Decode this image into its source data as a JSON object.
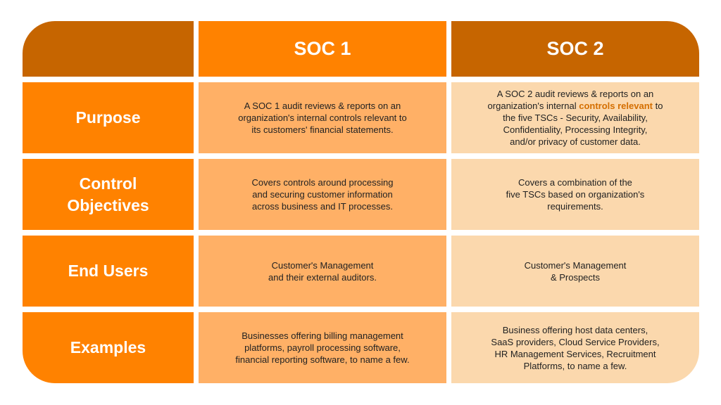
{
  "table": {
    "columns": [
      "",
      "SOC 1",
      "SOC 2"
    ],
    "rows": [
      {
        "label": "Purpose",
        "soc1": "A SOC 1 audit reviews & reports on an\norganization's internal controls relevant to\nits customers' financial statements.",
        "soc2_before": "A SOC 2 audit reviews & reports on an\norganization's internal ",
        "soc2_highlight": "controls relevant",
        "soc2_after": " to\nthe five TSCs - Security, Availability,\nConfidentiality, Processing Integrity,\nand/or privacy of customer data."
      },
      {
        "label": "Control\nObjectives",
        "soc1": "Covers controls around processing\nand securing customer information\nacross business and IT processes.",
        "soc2": "Covers a combination of the\nfive TSCs based on organization's\nrequirements."
      },
      {
        "label": "End Users",
        "soc1": "Customer's Management\nand their external auditors.",
        "soc2": "Customer's Management\n& Prospects"
      },
      {
        "label": "Examples",
        "soc1": "Businesses offering billing management\nplatforms, payroll processing software,\nfinancial reporting software, to name a few.",
        "soc2": "Business offering host data centers,\nSaaS providers, Cloud Service Providers,\nHR Management Services, Recruitment\nPlatforms, to name a few."
      }
    ]
  },
  "colors": {
    "dark_orange": "#c66500",
    "orange": "#ff8200",
    "light_orange": "#ffb066",
    "peach": "#fbd8ad",
    "highlight": "#d46e00"
  }
}
